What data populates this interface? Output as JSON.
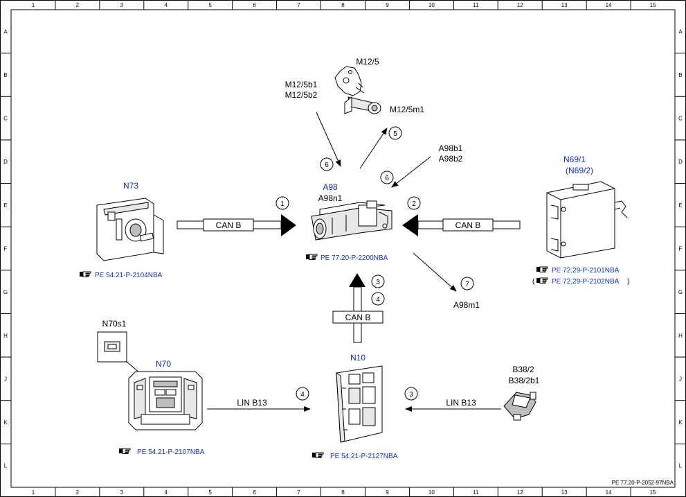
{
  "grid": {
    "columns": [
      "1",
      "2",
      "3",
      "4",
      "5",
      "6",
      "7",
      "8",
      "9",
      "10",
      "11",
      "12",
      "13",
      "14",
      "15"
    ],
    "rows": [
      "A",
      "B",
      "C",
      "D",
      "E",
      "F",
      "G",
      "H",
      "J",
      "K",
      "L"
    ]
  },
  "components": {
    "m12_5": {
      "label": "M12/5"
    },
    "m12_5b": {
      "line1": "M12/5b1",
      "line2": "M12/5b2"
    },
    "m12_5m1": {
      "label": "M12/5m1"
    },
    "a98b": {
      "line1": "A98b1",
      "line2": "A98b2"
    },
    "a98": {
      "label": "A98",
      "sub": "A98n1",
      "ref": "PE 77.20-P-2200NBA"
    },
    "n73": {
      "label": "N73",
      "ref": "PE 54.21-P-2104NBA"
    },
    "n69": {
      "label": "N69/1",
      "alt": "(N69/2)",
      "ref": "PE 72.29-P-2101NBA",
      "ref2_open": "(",
      "ref2": "PE 72.29-P-2102NBA",
      "ref2_close": ")"
    },
    "a98m1": {
      "label": "A98m1"
    },
    "n70s1": {
      "label": "N70s1"
    },
    "n70": {
      "label": "N70",
      "ref": "PE 54.21-P-2107NBA"
    },
    "n10": {
      "label": "N10",
      "ref": "PE 54.21-P-2127NBA"
    },
    "b38": {
      "line1": "B38/2",
      "line2": "B38/2b1"
    }
  },
  "buses": {
    "can_left": "CAN B",
    "can_right": "CAN B",
    "can_bottom": "CAN B",
    "lin_left": "LIN B13",
    "lin_right": "LIN B13"
  },
  "steps": {
    "s1": "1",
    "s2": "2",
    "s3a": "3",
    "s4a": "4",
    "s5": "5",
    "s6a": "6",
    "s6b": "6",
    "s7": "7",
    "s4b": "4",
    "s3b": "3"
  },
  "icons": {
    "reference": "pointing-hand-icon"
  },
  "footer": {
    "doc_id": "PE 77.20-P-2052-97NBA"
  },
  "colors": {
    "label_blue": "#0a2fd1",
    "line": "#000000"
  }
}
